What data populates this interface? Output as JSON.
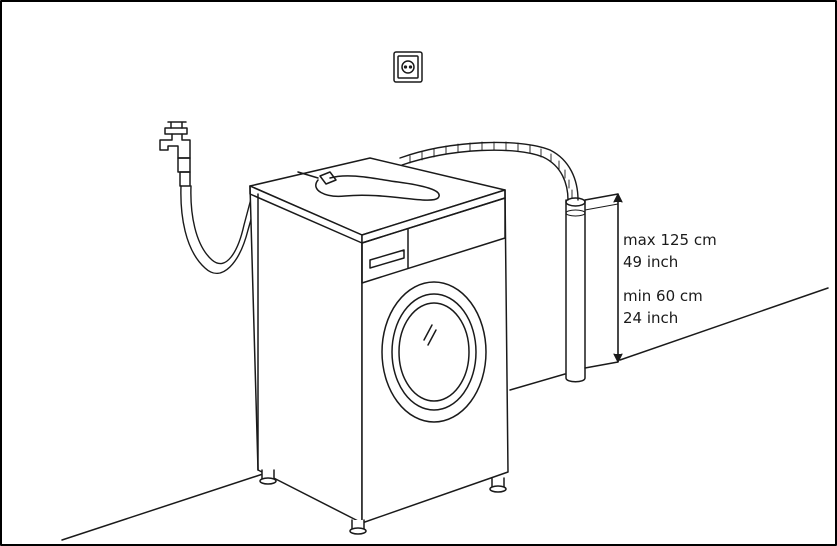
{
  "labels": {
    "max_cm": "max 125 cm",
    "max_inch": "49 inch",
    "min_cm": "min 60 cm",
    "min_inch": "24 inch"
  },
  "colors": {
    "line": "#1a1a1a",
    "fill": "#ffffff",
    "border": "#000000"
  },
  "icons": [
    "water-tap-icon",
    "power-socket-icon",
    "washing-machine",
    "drain-standpipe"
  ]
}
